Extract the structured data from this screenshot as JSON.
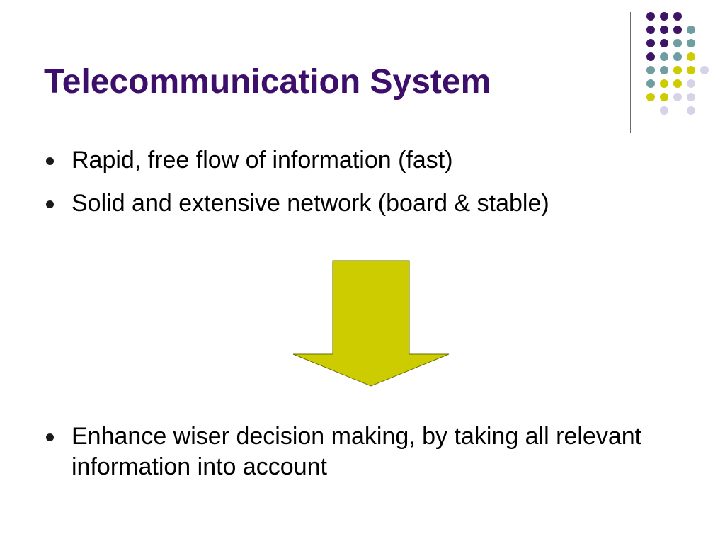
{
  "slide": {
    "title": "Telecommunication System",
    "bullets": [
      {
        "text": "Rapid, free flow of information (fast)"
      },
      {
        "text": "Solid and extensive network (board & stable)"
      },
      {
        "text": "Enhance wiser decision making, by taking all relevant information into account"
      }
    ],
    "arrow_icon": "down-arrow-icon"
  },
  "colors": {
    "title": "#3d0f6b",
    "accent_purple": "#3d1466",
    "accent_teal": "#6f9ea0",
    "accent_yellow": "#cccc00",
    "accent_lavender": "#d4d4e6",
    "arrow_fill": "#cccc00",
    "divider": "#6b6b6b"
  }
}
